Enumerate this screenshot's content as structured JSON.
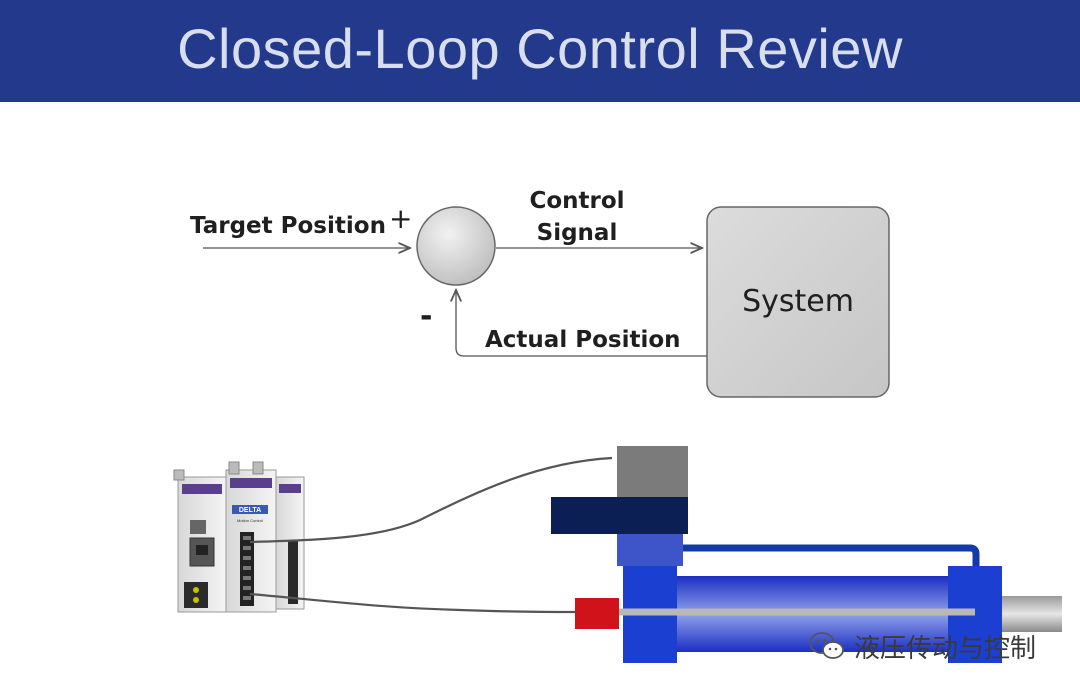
{
  "slide": {
    "title": "Closed-Loop Control Review"
  },
  "diagram": {
    "input_label": "Target Position",
    "plus_sign": "+",
    "minus_sign": "-",
    "control_label_line1": "Control",
    "control_label_line2": "Signal",
    "system_label": "System",
    "feedback_label": "Actual Position"
  },
  "controller": {
    "logo": "DELTA",
    "module_label": "Motion Control"
  },
  "watermark": {
    "text": "液压传动与控制",
    "icon": "wechat-icon"
  },
  "colors": {
    "title_bar": "#233a8c",
    "cylinder_blue": "#1a3fd1",
    "valve_navy": "#0c1f55",
    "connector_red": "#d0121b"
  }
}
